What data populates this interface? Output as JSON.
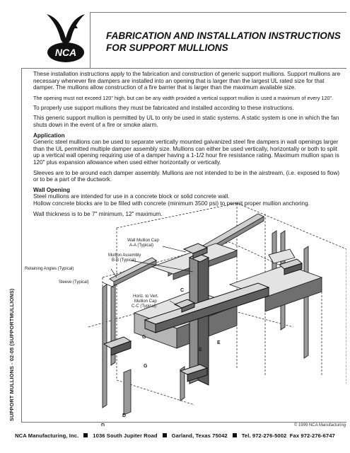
{
  "header": {
    "logo_text": "NCA",
    "title_line1": "FABRICATION AND INSTALLATION INSTRUCTIONS",
    "title_line2": "FOR SUPPORT MULLIONS"
  },
  "intro": {
    "p1": "These installation instructions apply to the fabrication and construction of generic support mullions. Support mullions are necessary whenever fire dampers are installed into an opening that is larger than the largest UL rated size for that damper. The mullions allow construction of a fire barrier that is larger than the maximum available size.",
    "p2": "The opening must not exceed 120\" high, but can be any width provided a vertical support mullion is used a maximum of every 120\".",
    "p3": "To properly use support mullions they must be fabricated and installed according to these instructions.",
    "p4": "This generic support mullion is permitted by UL to only be used in static systems. A static system is one in which the fan shuts down in the event of a fire or smoke alarm."
  },
  "application": {
    "heading": "Application",
    "p1": "Generic steel mullions can be used to separate vertically mounted galvanized steel fire dampers in wall openings larger than the UL permitted multiple damper assembly size. Mullions can either be used vertically, horizontally or both to split up a vertical wall opening requiring use of a damper having a 1-1/2 hour fire resistance rating. Maximum mullion span is 120\" plus expansion allowance when used either horizontally or vertically.",
    "p2": "Sleeves are to be around each damper assembly. Mullions are not intended to be in the airstream, (i.e. exposed to flow) or to be a part of the ductwork."
  },
  "wall_opening": {
    "heading": "Wall Opening",
    "p1": "Steel mullions are intended for use in a concrete block or solid concrete wall.",
    "p2": "Hollow concrete blocks are to be filled with concrete (minimum 3500 psi) to permit proper mullion anchoring.",
    "p3": "Wall thickness is to be 7\" minimum, 12\" maximum."
  },
  "sidebar_text": "SUPPORT MULLIONS - 02-05 (SUPPORTMULLIONS)",
  "diagram": {
    "callouts": {
      "wall_cap_1": "Wall Mullion Cap",
      "wall_cap_2": "A-A (Typical)",
      "assembly_1": "Mullion Assembly",
      "assembly_2": "B-B (Typical)",
      "angles": "Retaining Angles (Typical)",
      "sleeve": "Sleeve (Typical)",
      "hv_cap_1": "Horiz. to Vert.",
      "hv_cap_2": "Mullion Cap",
      "hv_cap_3": "C-C (Typical)"
    },
    "section_marks": {
      "c": "C",
      "g1": "G",
      "g2": "G",
      "e1": "E",
      "e2": "E",
      "d1": "D",
      "d2": "D"
    }
  },
  "copyright": "© 1999 NCA Manufacturing",
  "footer": {
    "company": "NCA Manufacturing, Inc.",
    "address": "1036 South Jupiter Road",
    "city": "Garland, Texas 75042",
    "tel": "Tel. 972-276-5002",
    "fax": "Fax 972-276-6747"
  }
}
